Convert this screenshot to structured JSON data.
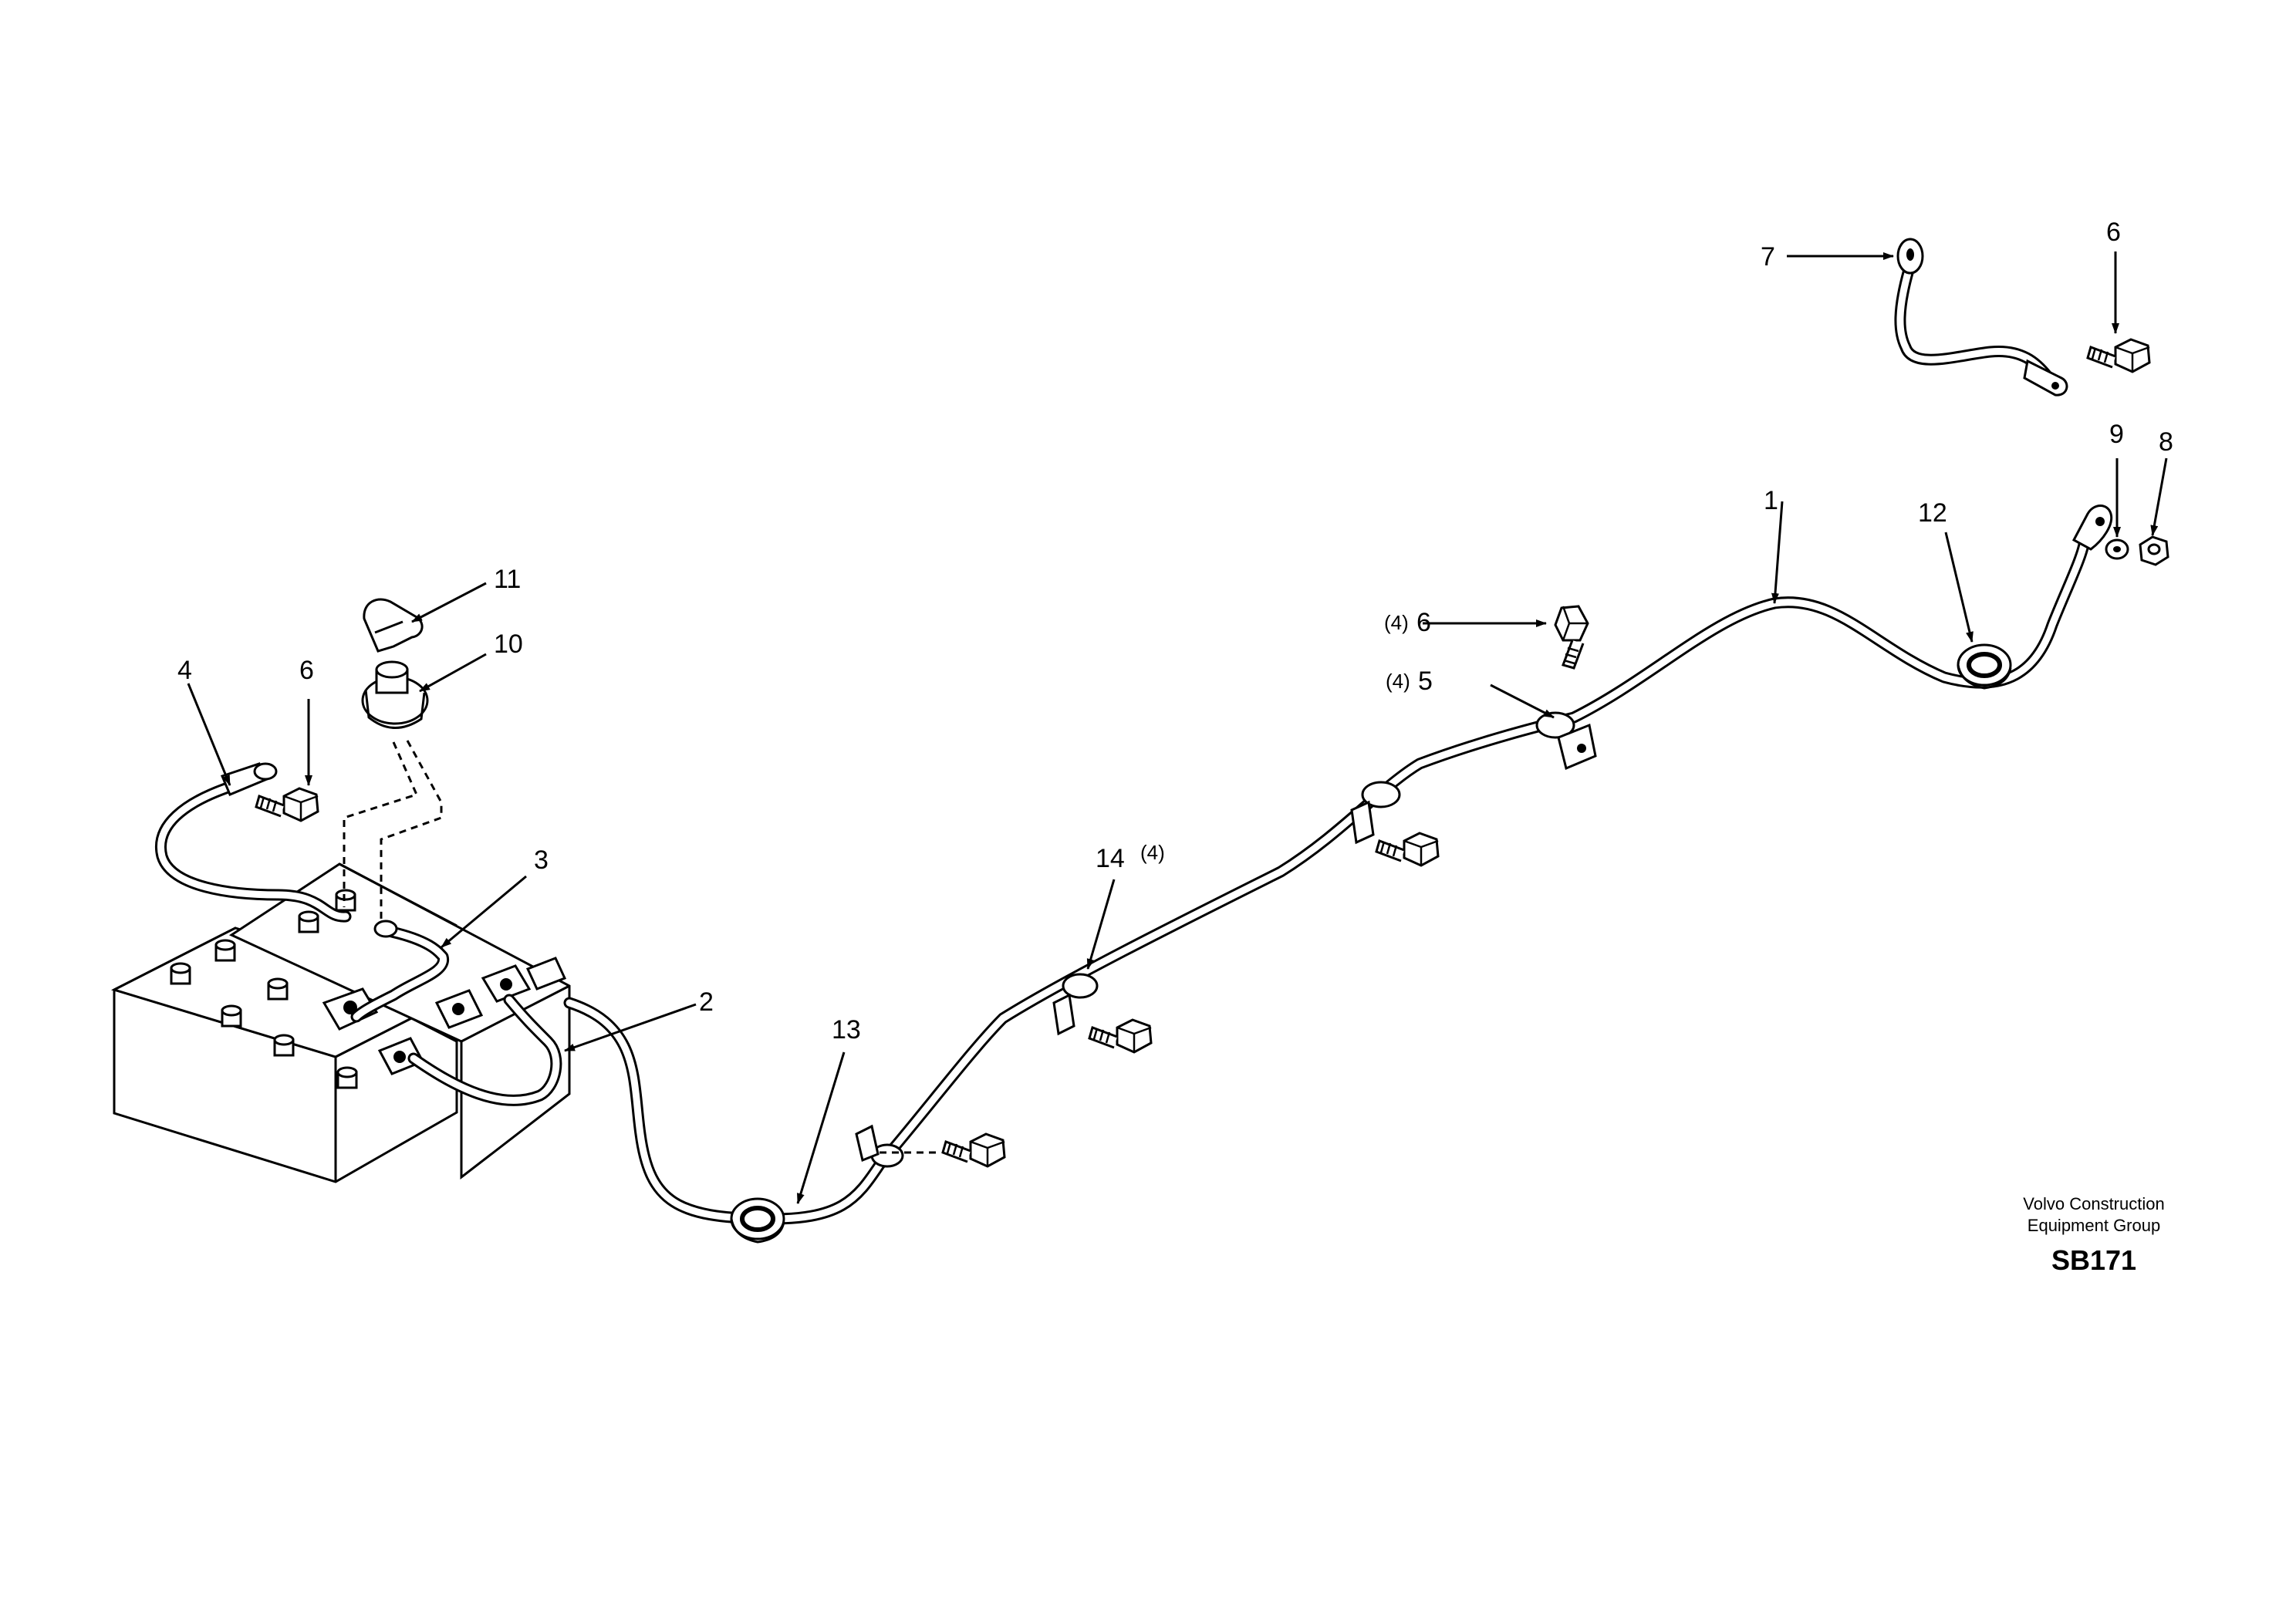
{
  "callouts": [
    {
      "id": "c1",
      "num": "1",
      "qty": ""
    },
    {
      "id": "c2",
      "num": "2",
      "qty": ""
    },
    {
      "id": "c3",
      "num": "3",
      "qty": ""
    },
    {
      "id": "c4",
      "num": "4",
      "qty": ""
    },
    {
      "id": "c5",
      "num": "5",
      "qty": "(4)"
    },
    {
      "id": "c6a",
      "num": "6",
      "qty": "(4)"
    },
    {
      "id": "c6b",
      "num": "6",
      "qty": ""
    },
    {
      "id": "c6c",
      "num": "6",
      "qty": ""
    },
    {
      "id": "c7",
      "num": "7",
      "qty": ""
    },
    {
      "id": "c8",
      "num": "8",
      "qty": ""
    },
    {
      "id": "c9",
      "num": "9",
      "qty": ""
    },
    {
      "id": "c10",
      "num": "10",
      "qty": ""
    },
    {
      "id": "c11",
      "num": "11",
      "qty": ""
    },
    {
      "id": "c12",
      "num": "12",
      "qty": ""
    },
    {
      "id": "c13",
      "num": "13",
      "qty": ""
    },
    {
      "id": "c14",
      "num": "14",
      "qty": "(4)"
    }
  ],
  "footer": {
    "company_line1": "Volvo Construction",
    "company_line2": "Equipment Group",
    "drawing_code": "SB171"
  }
}
